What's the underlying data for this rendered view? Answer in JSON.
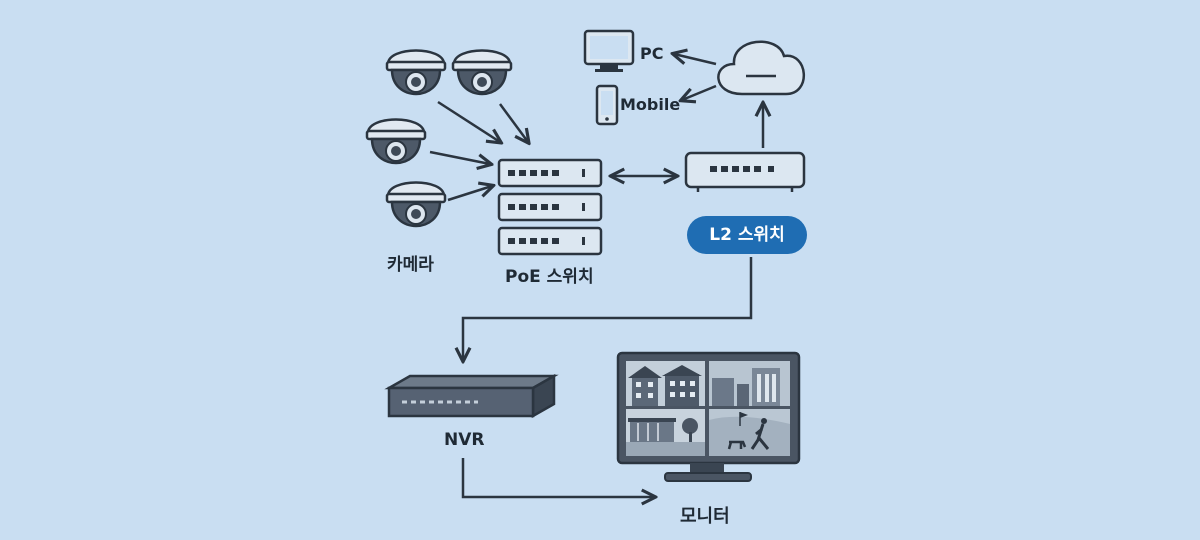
{
  "labels": {
    "cameras": "카메라",
    "poe_switch": "PoE 스위치",
    "l2_switch": "L2 스위치",
    "pc": "PC",
    "mobile": "Mobile",
    "nvr": "NVR",
    "monitor": "모니터"
  },
  "colors": {
    "background": "#c9def2",
    "stroke": "#2b3540",
    "device_fill": "#dce7f1",
    "dark_fill": "#4d5968",
    "accent": "#1f6db3"
  }
}
